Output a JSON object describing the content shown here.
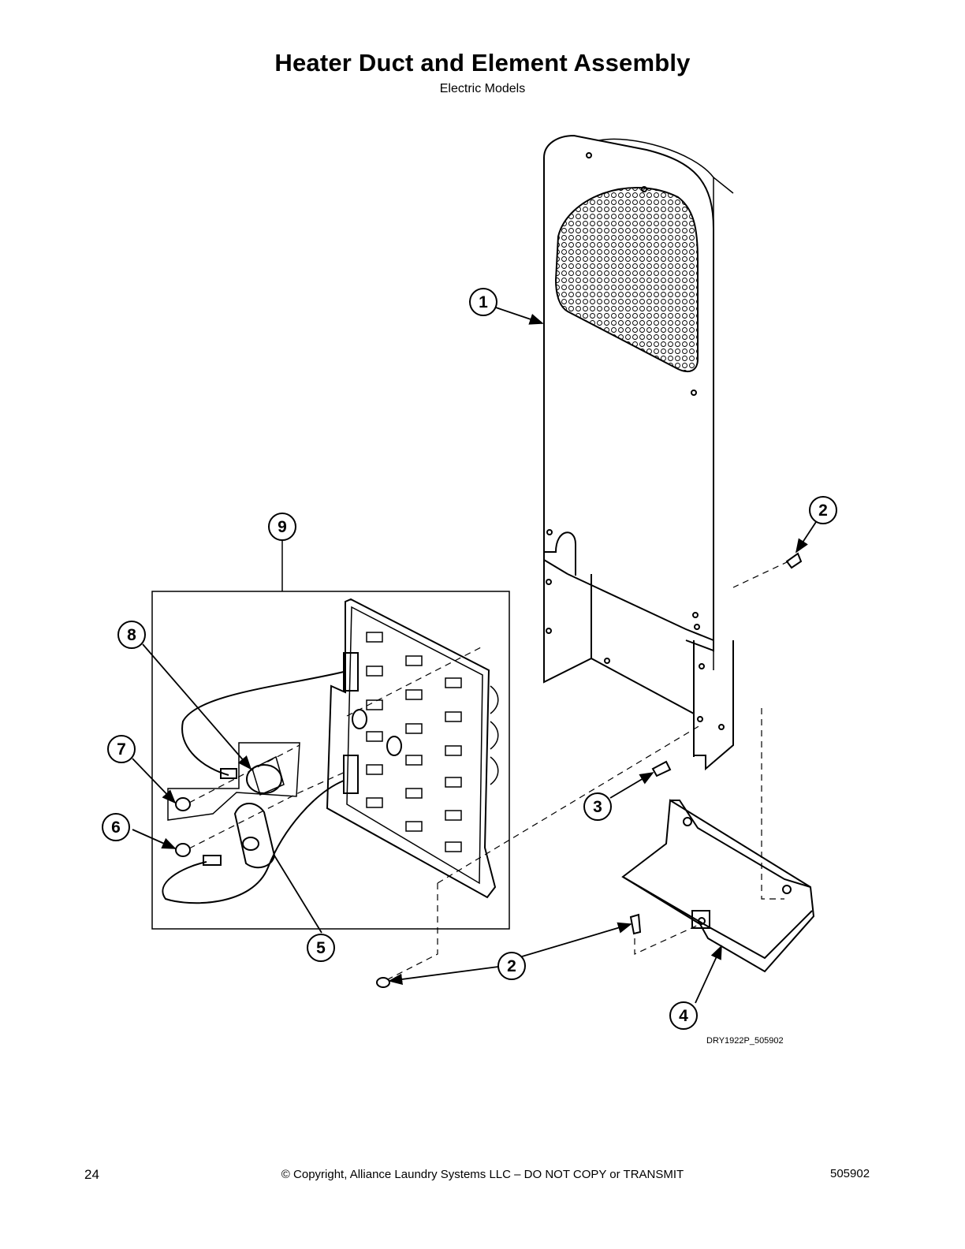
{
  "header": {
    "title": "Heater Duct and Element Assembly",
    "subtitle": "Electric Models"
  },
  "diagram": {
    "callouts": [
      "1",
      "2",
      "2",
      "3",
      "4",
      "5",
      "6",
      "7",
      "8",
      "9"
    ],
    "drawing_id": "DRY1922P_505902"
  },
  "footer": {
    "page_number": "24",
    "copyright": "© Copyright, Alliance Laundry Systems LLC – DO NOT COPY or TRANSMIT",
    "document_number": "505902"
  }
}
